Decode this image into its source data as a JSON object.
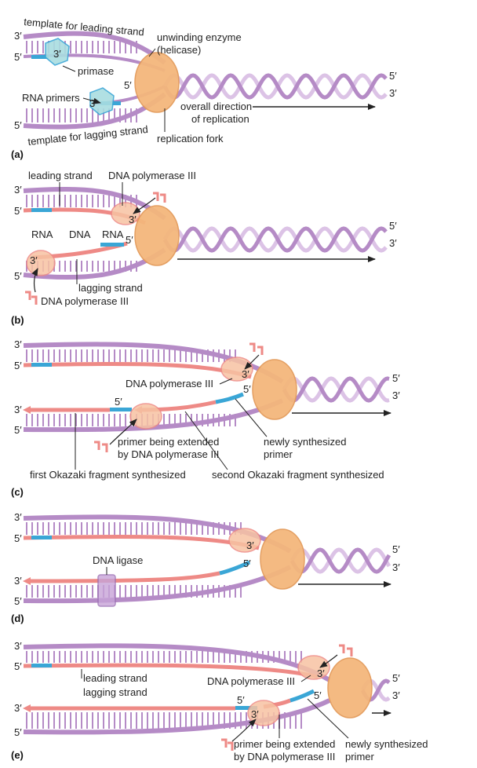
{
  "colors": {
    "purple": "#b58bc6",
    "purple_light": "#dcc3e6",
    "pink": "#ee8a86",
    "blue": "#3aa6d6",
    "orange": "#f4b77c",
    "teal": "#a9dde0"
  },
  "ends": {
    "three": "3′",
    "five": "5′"
  },
  "panel_a": {
    "letter": "(a)",
    "template_leading": "template for leading strand",
    "template_lagging": "template for lagging strand",
    "helicase_line1": "unwinding enzyme",
    "helicase_line2": "(helicase)",
    "primase": "primase",
    "rna_primers": "RNA primers",
    "direction_line1": "overall direction",
    "direction_line2": "of replication",
    "fork": "replication fork"
  },
  "panel_b": {
    "letter": "(b)",
    "leading_strand": "leading strand",
    "pol3_top": "DNA polymerase III",
    "rna1": "RNA",
    "dna": "DNA",
    "rna2": "RNA",
    "lagging_strand": "lagging strand",
    "pol3_bottom": "DNA polymerase III"
  },
  "panel_c": {
    "letter": "(c)",
    "pol3": "DNA polymerase III",
    "primer_ext_line1": "primer being extended",
    "primer_ext_line2": "by DNA polymerase III",
    "newly_line1": "newly synthesized",
    "newly_line2": "primer",
    "first_okazaki": "first Okazaki fragment synthesized",
    "second_okazaki": "second Okazaki fragment synthesized"
  },
  "panel_d": {
    "letter": "(d)",
    "ligase": "DNA ligase"
  },
  "panel_e": {
    "letter": "(e)",
    "leading_strand": "leading strand",
    "lagging_strand": "lagging strand",
    "pol3": "DNA polymerase III",
    "primer_ext_line1": "primer being extended",
    "primer_ext_line2": "by DNA polymerase III",
    "newly_line1": "newly synthesized",
    "newly_line2": "primer"
  }
}
